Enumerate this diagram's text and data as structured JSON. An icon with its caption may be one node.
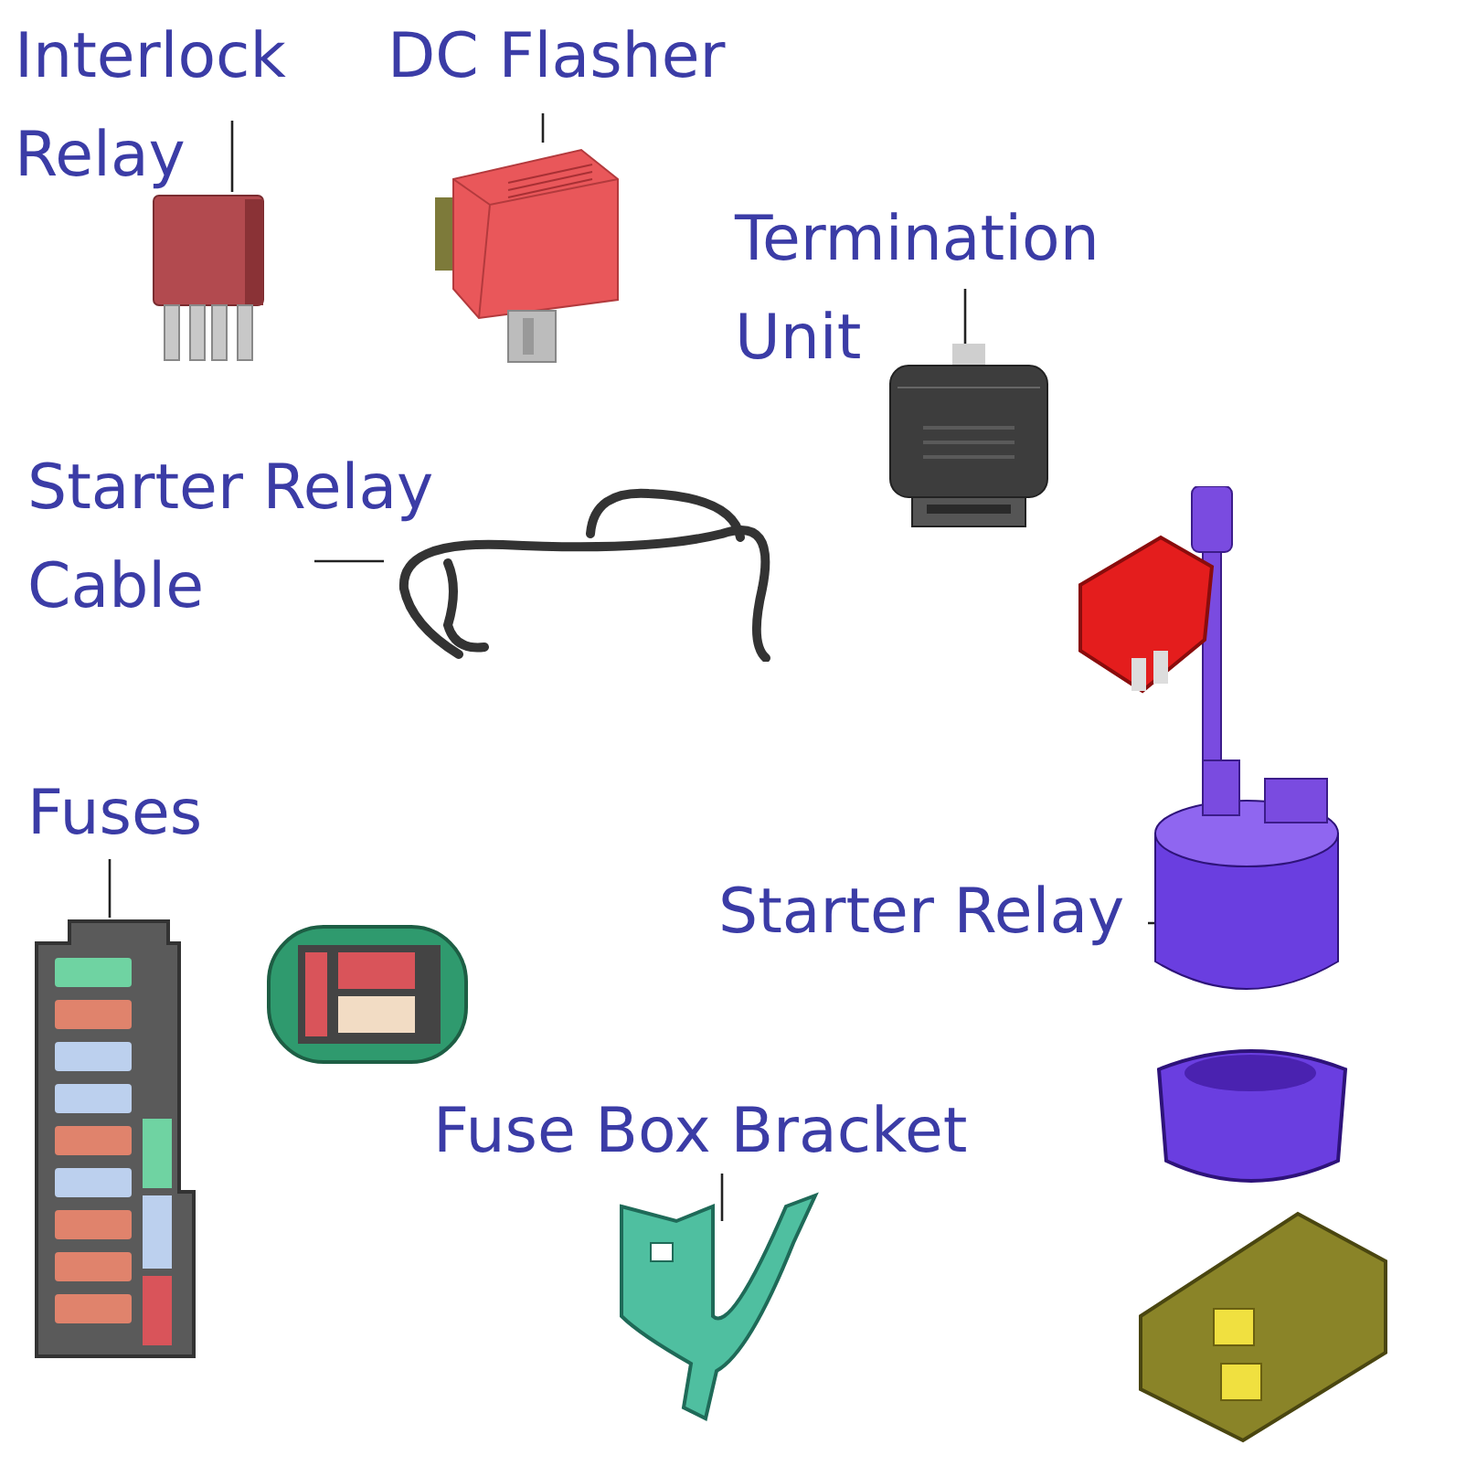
{
  "diagram": {
    "nodes": [
      {
        "text": [
          "Interlock Relay"
        ]
      },
      {
        "text": [],
        "shape": "picture"
      },
      {
        "text": [
          "DC Flasher"
        ]
      },
      {
        "text": [],
        "shape": "picture"
      },
      {
        "text": [
          "Termination Unit"
        ]
      },
      {
        "text": [],
        "shape": "picture"
      },
      {
        "text": [
          "Starter Relay Cable"
        ]
      },
      {
        "text": [],
        "shape": "picture"
      },
      {
        "text": [
          "Fuses"
        ]
      },
      {
        "text": [],
        "shape": "picture"
      },
      {
        "text": [
          "Starter Relay"
        ]
      },
      {
        "text": [],
        "shape": "picture"
      },
      {
        "text": [
          "Fuse Box Bracket"
        ]
      },
      {
        "text": [],
        "shape": "picture"
      }
    ],
    "edges": [
      {
        "from": 0,
        "to": 1,
        "arrow": "none"
      },
      {
        "from": 2,
        "to": 3,
        "arrow": "none"
      },
      {
        "from": 4,
        "to": 5,
        "arrow": "none"
      },
      {
        "from": 6,
        "to": 7,
        "arrow": "none"
      },
      {
        "from": 8,
        "to": 9,
        "arrow": "none"
      },
      {
        "from": 10,
        "to": 11,
        "arrow": "none"
      },
      {
        "from": 12,
        "to": 13,
        "arrow": "none"
      }
    ]
  }
}
